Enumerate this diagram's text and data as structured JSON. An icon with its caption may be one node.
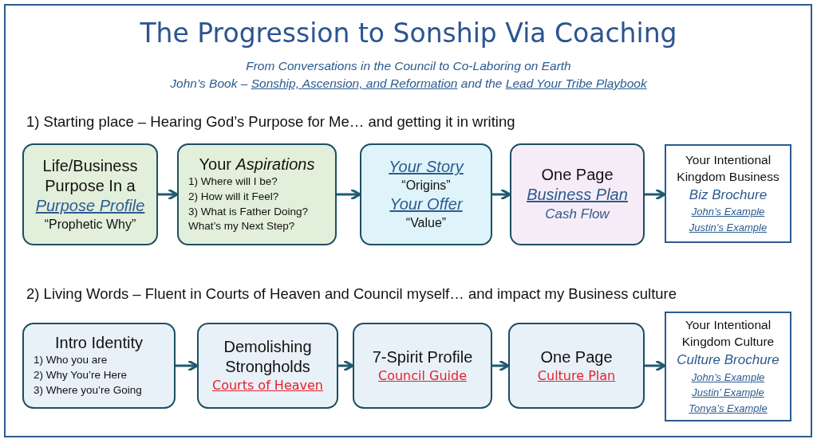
{
  "diagram": {
    "title": "The Progression to Sonship Via Coaching",
    "labels": [
      "From Conversations in the Council to Co-Laboring on Earth",
      "John’s Book –",
      "Sonship, Ascension, and Reformation",
      "and the",
      "Lead Your Tribe Playbook",
      "1) Starting place – Hearing God’s Purpose for Me… and getting it in writing",
      "2) Living Words – Fluent in Courts of Heaven and Council myself… and impact my Business culture"
    ],
    "nodes": [
      {
        "text": [
          "Life/Business Purpose In a",
          "Purpose Profile",
          "“Prophetic Why”"
        ]
      },
      {
        "text": [
          "Your *Aspirations*",
          "1) Where will I be?",
          "2) How will it Feel?",
          "3) What is Father Doing? What’s my Next Step?"
        ]
      },
      {
        "text": [
          "Your Story",
          "“Origins”",
          "Your Offer",
          "“Value”"
        ]
      },
      {
        "text": [
          "One Page",
          "Business Plan",
          "Cash Flow"
        ]
      },
      {
        "text": [
          "Your Intentional Kingdom Business",
          "Biz Brochure",
          "John’s Example",
          "Justin’s Example"
        ]
      },
      {
        "text": [
          "Intro Identity",
          "1) Who you are",
          "2) Why You’re Here",
          "3) Where you’re Going"
        ]
      },
      {
        "text": [
          "Demolishing Strongholds",
          "Courts of Heaven"
        ]
      },
      {
        "text": [
          "7-Spirit Profile",
          "Council Guide"
        ]
      },
      {
        "text": [
          "One Page",
          "Culture Plan"
        ]
      },
      {
        "text": [
          "Your Intentional Kingdom Culture",
          "Culture Brochure",
          "John’s Example",
          "Justin’ Example",
          "Tonya’s Example"
        ]
      }
    ],
    "edges": [
      {
        "from": 0,
        "to": 1,
        "arrow": "to"
      },
      {
        "from": 1,
        "to": 2,
        "arrow": "to"
      },
      {
        "from": 2,
        "to": 3,
        "arrow": "to"
      },
      {
        "from": 3,
        "to": 4,
        "arrow": "to"
      },
      {
        "from": 5,
        "to": 6,
        "arrow": "to"
      },
      {
        "from": 6,
        "to": 7,
        "arrow": "to"
      },
      {
        "from": 7,
        "to": 8,
        "arrow": "to"
      },
      {
        "from": 8,
        "to": 9,
        "arrow": "to"
      }
    ]
  }
}
